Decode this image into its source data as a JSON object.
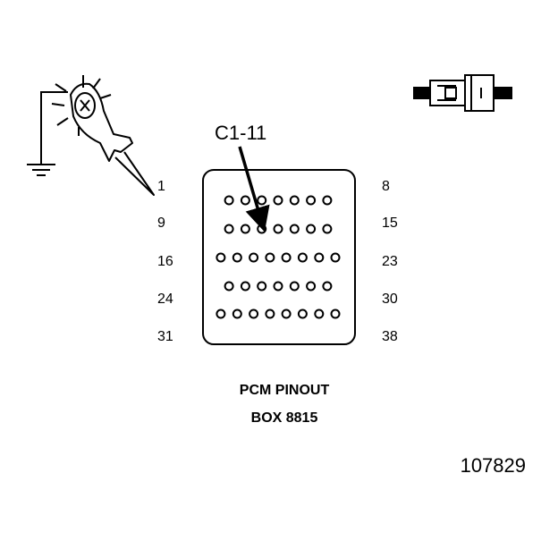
{
  "callout_label": "C1-11",
  "pin_labels": {
    "row1_left": "1",
    "row1_right": "8",
    "row2_left": "9",
    "row2_right": "15",
    "row3_left": "16",
    "row3_right": "23",
    "row4_left": "24",
    "row4_right": "30",
    "row5_left": "31",
    "row5_right": "38"
  },
  "connector_rows": [
    7,
    7,
    8,
    7,
    8
  ],
  "highlighted_row": 2,
  "highlighted_pin_in_row": 3,
  "caption_line1": "PCM PINOUT",
  "caption_line2": "BOX 8815",
  "figure_id": "107829",
  "icons": [
    "test-light-icon",
    "ground-symbol-icon",
    "connector-plug-icon"
  ]
}
